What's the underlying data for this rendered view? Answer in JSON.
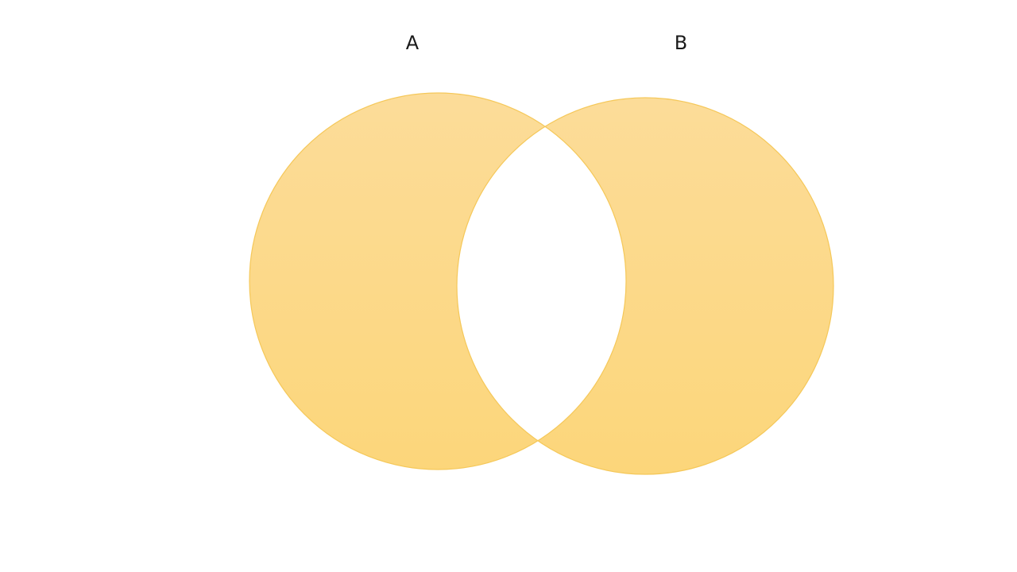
{
  "diagram": {
    "type": "venn",
    "sets": [
      {
        "label": "A",
        "shaded": "only"
      },
      {
        "label": "B",
        "shaded": "only"
      }
    ],
    "intersection": {
      "shaded": false
    },
    "colors": {
      "fill_top": "#fcdc99",
      "fill_bottom": "#fcd67a",
      "stroke": "#f5c85a",
      "background": "#ffffff"
    }
  }
}
